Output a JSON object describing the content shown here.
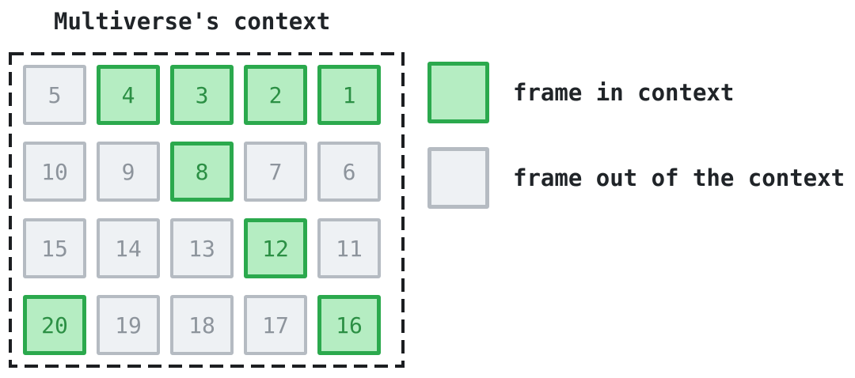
{
  "title": "Multiverse's context",
  "grid": {
    "rows": 4,
    "cols": 5,
    "cells": [
      {
        "label": "5",
        "state": "out"
      },
      {
        "label": "4",
        "state": "in"
      },
      {
        "label": "3",
        "state": "in"
      },
      {
        "label": "2",
        "state": "in"
      },
      {
        "label": "1",
        "state": "in"
      },
      {
        "label": "10",
        "state": "out"
      },
      {
        "label": "9",
        "state": "out"
      },
      {
        "label": "8",
        "state": "in"
      },
      {
        "label": "7",
        "state": "out"
      },
      {
        "label": "6",
        "state": "out"
      },
      {
        "label": "15",
        "state": "out"
      },
      {
        "label": "14",
        "state": "out"
      },
      {
        "label": "13",
        "state": "out"
      },
      {
        "label": "12",
        "state": "in"
      },
      {
        "label": "11",
        "state": "out"
      },
      {
        "label": "20",
        "state": "in"
      },
      {
        "label": "19",
        "state": "out"
      },
      {
        "label": "18",
        "state": "out"
      },
      {
        "label": "17",
        "state": "out"
      },
      {
        "label": "16",
        "state": "in"
      }
    ]
  },
  "legend": {
    "items": [
      {
        "state": "in",
        "label": "frame in context"
      },
      {
        "state": "out",
        "label": "frame out of the context"
      }
    ]
  },
  "colors": {
    "text": "#202428",
    "dash_border": "#1c1e21",
    "in_fill": "#b5edc2",
    "in_border": "#2ba94d",
    "in_text": "#2b8f44",
    "out_fill": "#eef1f4",
    "out_border": "#b5bbc2",
    "out_text": "#8d949c"
  }
}
